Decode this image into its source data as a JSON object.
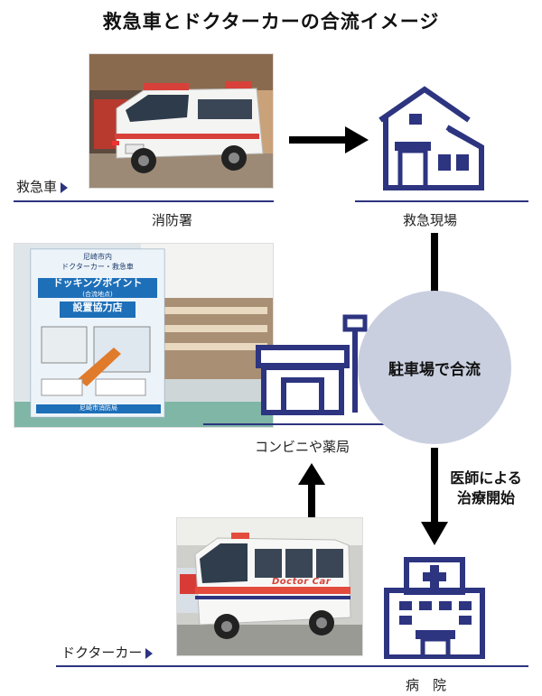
{
  "title": "救急車とドクターカーの合流イメージ",
  "labels": {
    "ambulance_side": "救急車",
    "doctorcar_side": "ドクターカー",
    "fire_station": "消防署",
    "emergency_site": "救急現場",
    "convenience": "コンビニや薬局",
    "hospital": "病　院",
    "merge": "駐車場で合流",
    "treatment_line1": "医師による",
    "treatment_line2": "治療開始"
  },
  "poster": {
    "line1": "尼崎市内",
    "line2": "ドクターカー・救急車",
    "line3": "ドッキングポイント",
    "line4": "(合流地点)",
    "line5": "設置協力店",
    "footer": "尼崎市消防局"
  },
  "vehicles": {
    "doctor_car_text": "Doctor Car"
  },
  "colors": {
    "navy": "#2d3480",
    "circle": "#c9cfdf"
  }
}
